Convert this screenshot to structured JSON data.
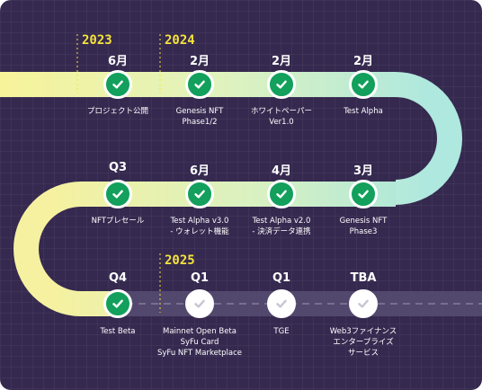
{
  "years": {
    "y2023": "2023",
    "y2024": "2024",
    "y2025": "2025"
  },
  "row1": [
    {
      "period": "6月",
      "status": "done",
      "lines": [
        "プロジェクト公開"
      ]
    },
    {
      "period": "2月",
      "status": "done",
      "lines": [
        "Genesis NFT",
        "Phase1/2"
      ]
    },
    {
      "period": "2月",
      "status": "done",
      "lines": [
        "ホワイトペーパー",
        "Ver1.0"
      ]
    },
    {
      "period": "2月",
      "status": "done",
      "lines": [
        "Test Alpha"
      ]
    }
  ],
  "row2": [
    {
      "period": "Q3",
      "status": "done",
      "lines": [
        "NFTプレセール"
      ]
    },
    {
      "period": "6月",
      "status": "done",
      "lines": [
        "Test Alpha v3.0",
        "- ウォレット機能"
      ]
    },
    {
      "period": "4月",
      "status": "done",
      "lines": [
        "Test Alpha v2.0",
        "- 決済データ連携"
      ]
    },
    {
      "period": "3月",
      "status": "done",
      "lines": [
        "Genesis NFT",
        "Phase3"
      ]
    }
  ],
  "row3": [
    {
      "period": "Q4",
      "status": "done",
      "lines": [
        "Test Beta"
      ]
    },
    {
      "period": "Q1",
      "status": "todo",
      "lines": [
        "Mainnet Open Beta",
        "SyFu Card",
        "SyFu NFT Marketplace"
      ]
    },
    {
      "period": "Q1",
      "status": "todo",
      "lines": [
        "TGE"
      ]
    },
    {
      "period": "TBA",
      "status": "todo",
      "lines": [
        "Web3ファイナンス",
        "エンタープライズ",
        "サービス"
      ]
    }
  ],
  "colors": {
    "background": "#35294f",
    "done": "#12a05c",
    "todo": "#ffffff",
    "year": "#f5e33a",
    "trackYellow": "#f8f3a0",
    "trackMint": "#a6e6de"
  }
}
